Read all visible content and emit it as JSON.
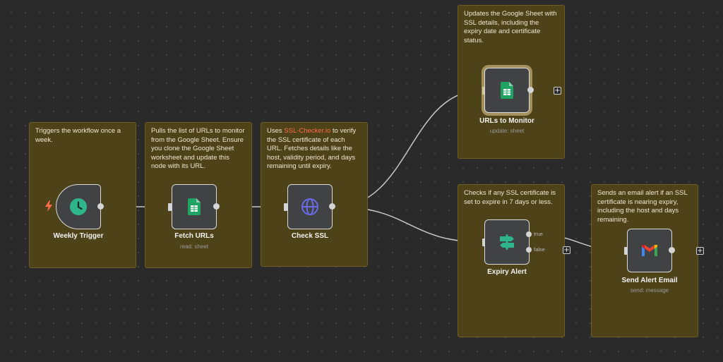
{
  "notes": {
    "trigger": "Triggers the workflow once a week.",
    "fetch": "Pulls the list of URLs to monitor from the Google Sheet. Ensure you clone the Google Sheet worksheet and update this node with its URL.",
    "ssl_prefix": "Uses ",
    "ssl_link": "SSL-Checker.io",
    "ssl_suffix": " to verify the SSL certificate of each URL. Fetches details like the host, validity period, and days remaining until expiry.",
    "update": "Updates the Google Sheet with SSL details, including the expiry date and certificate status.",
    "expiry": "Checks if any SSL certificate is set to expire in 7 days or less.",
    "email": "Sends an email alert if an SSL certificate is nearing expiry, including the host and days remaining."
  },
  "nodes": {
    "weekly_trigger": {
      "title": "Weekly Trigger",
      "icon": "clock-icon"
    },
    "fetch_urls": {
      "title": "Fetch URLs",
      "subtitle": "read: sheet",
      "icon": "google-sheets-icon"
    },
    "check_ssl": {
      "title": "Check SSL",
      "icon": "globe-icon"
    },
    "urls_to_monitor": {
      "title": "URLs to Monitor",
      "subtitle": "update: sheet",
      "icon": "google-sheets-icon"
    },
    "expiry_alert": {
      "title": "Expiry Alert",
      "icon": "signpost-icon",
      "true_label": "true",
      "false_label": "false"
    },
    "send_alert_email": {
      "title": "Send Alert Email",
      "subtitle": "send: message",
      "icon": "gmail-icon"
    }
  },
  "colors": {
    "canvas": "#2a2a2a",
    "note_bg": "#4e4219",
    "node_bg": "#414244",
    "clock": "#2fb58a",
    "sheets": "#1fa463",
    "globe": "#5b5bd6",
    "signpost": "#2fb58a",
    "trigger_bolt": "#ff6d4a",
    "edge": "#c8c8c8"
  }
}
